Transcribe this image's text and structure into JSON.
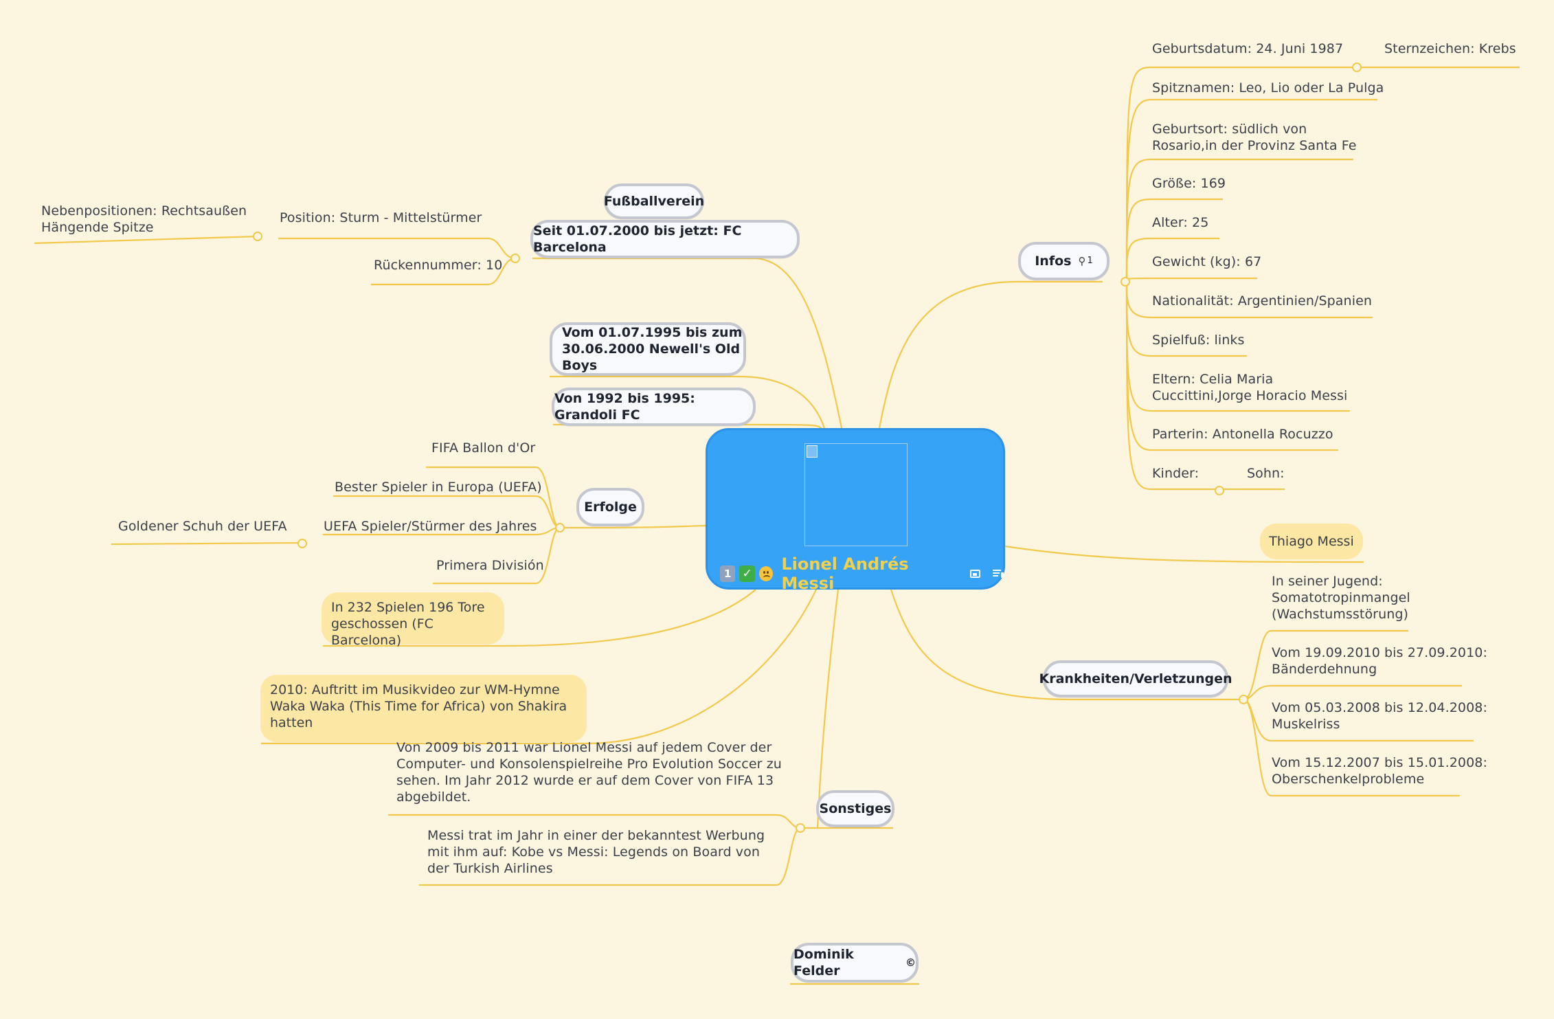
{
  "root": {
    "title": "Lionel Andrés Messi",
    "icons": [
      "priority-1-icon",
      "check-icon",
      "sad-face-icon",
      "image-icon",
      "notes-icon"
    ],
    "badge_priority": "1",
    "badge_check": "✓"
  },
  "infos": {
    "label": "Infos",
    "link_count": "1",
    "items": {
      "birthdate": "Geburtsdatum: 24. Juni 1987",
      "zodiac": "Sternzeichen: Krebs",
      "nicknames": "Spitznamen: Leo, Lio oder La Pulga",
      "birthplace": "Geburtsort: südlich von\nRosario,in der Provinz Santa Fe",
      "height": "Größe: 169",
      "age": "Alter: 25",
      "weight": "Gewicht (kg): 67",
      "nationality": "Nationalität: Argentinien/Spanien",
      "foot": "Spielfuß: links",
      "parents": "Eltern: Celia Maria\nCuccittini,Jorge Horacio Messi",
      "partner": "Parterin: Antonella Rocuzzo",
      "children": "Kinder:",
      "son": "Sohn:"
    }
  },
  "thiago": "Thiago Messi",
  "injuries": {
    "label": "Krankheiten/Verletzungen",
    "items": [
      "In seiner Jugend:\nSomatotropinmangel\n(Wachstumsstörung)",
      "Vom 19.09.2010 bis 27.09.2010:\nBänderdehnung",
      "Vom 05.03.2008 bis 12.04.2008:\nMuskelriss",
      "Vom 15.12.2007 bis 15.01.2008:\nOberschenkelprobleme"
    ]
  },
  "club": {
    "label": "Fußballverein",
    "barcelona": "Seit 01.07.2000 bis jetzt: FC Barcelona",
    "position": "Position: Sturm - Mittelstürmer",
    "secondary_positions": "Nebenpositionen: Rechtsaußen\nHängende Spitze",
    "number": "Rückennummer: 10",
    "newells": "Vom 01.07.1995 bis zum\n30.06.2000 Newell's Old Boys",
    "grandoli": "Von 1992 bis 1995: Grandoli FC"
  },
  "success": {
    "label": "Erfolge",
    "items": [
      "FIFA Ballon d'Or",
      "Bester Spieler in Europa (UEFA)",
      "UEFA Spieler/Stürmer des Jahres",
      "Primera División"
    ],
    "golden_shoe": "Goldener Schuh der UEFA"
  },
  "goals": "In 232 Spielen 196 Tore\ngeschossen (FC Barcelona)",
  "waka": "2010: Auftritt im Musikvideo zur WM-Hymne\nWaka Waka (This Time for Africa) von Shakira\nhatten",
  "misc": {
    "label": "Sonstiges",
    "pes": "Von 2009 bis 2011 war Lionel Messi auf jedem Cover der\nComputer- und Konsolenspielreihe Pro Evolution Soccer zu\nsehen. Im Jahr 2012 wurde er auf dem Cover von FIFA 13\nabgebildet.",
    "airlines": "Messi trat im Jahr in einer der bekanntest Werbung\nmit ihm auf: Kobe vs Messi: Legends on Board von\nder Turkish Airlines"
  },
  "author": {
    "name": "Dominik Felder",
    "mark": "©"
  },
  "colors": {
    "background": "#fcf5e0",
    "branch": "#f2c94c",
    "root_fill": "#36a3f7",
    "root_title": "#f5d04a",
    "topic_fill": "#f8f9fc",
    "topic_border": "#c4c7cf",
    "highlight_fill": "#fde7a4"
  }
}
